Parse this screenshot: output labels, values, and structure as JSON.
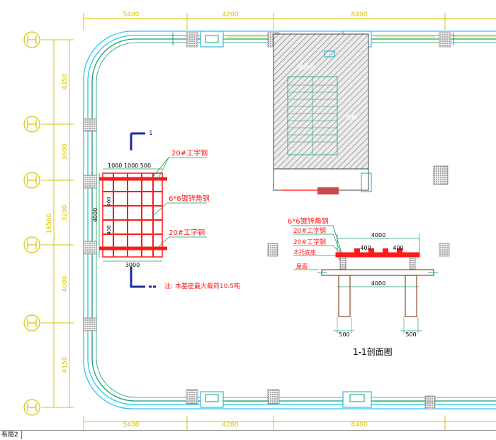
{
  "dims_top": [
    "5400",
    "4200",
    "8400"
  ],
  "dims_bottom": [
    "5400",
    "4200",
    "8400"
  ],
  "dims_left": [
    "4350",
    "3600",
    "3200",
    "4000",
    "4150"
  ],
  "dim_left_total": "16500",
  "axis_marks": [
    "3600",
    "4000",
    "4200"
  ],
  "stair_labels": [
    "楼梯间",
    "电梯"
  ],
  "grid_label_top": "1000 1000 500",
  "grid_dim_bottom": "3000",
  "grid_dim_side": "4000",
  "grid_small_dims": [
    "400",
    "400"
  ],
  "callouts_plan": [
    "20#工字钢",
    "6*6镀锌角钢",
    "20#工字钢"
  ],
  "section_marker": "1",
  "note": "注: 本基座最大载荷10.5吨",
  "section": {
    "title": "1-1剖面图",
    "labels": [
      "6*6镀锌角钢",
      "20#工字钢",
      "20#工字钢",
      "木托底座",
      "屋面"
    ],
    "dim_top": "4000",
    "dim_small": [
      "400",
      "400"
    ],
    "dim_mid": "4000",
    "dim_feet": [
      "500",
      "500"
    ]
  },
  "layout_tab": "布局2"
}
